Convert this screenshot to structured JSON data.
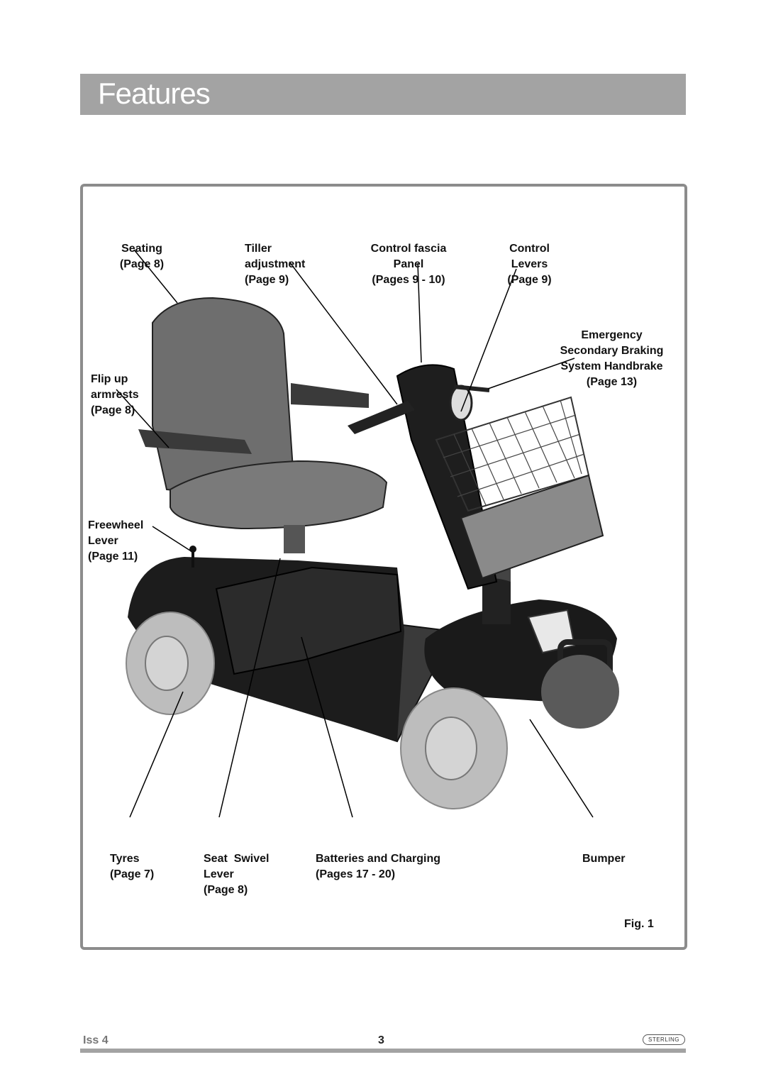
{
  "header": {
    "title": "Features"
  },
  "callouts": {
    "seating": [
      "Seating",
      "(Page 8)"
    ],
    "tiller": [
      "Tiller",
      "adjustment",
      "(Page 9)"
    ],
    "fascia": [
      "Control fascia",
      "Panel",
      "(Pages 9 - 10)"
    ],
    "levers": [
      "Control",
      "Levers",
      "(Page 9)"
    ],
    "handbrake": [
      "Emergency",
      "Secondary Braking",
      "System Handbrake",
      "(Page 13)"
    ],
    "armrests": [
      "Flip up",
      "armrests",
      "(Page 8)"
    ],
    "freewheel": [
      "Freewheel",
      "Lever",
      "(Page 11)"
    ],
    "tyres": [
      "Tyres",
      "(Page 7)"
    ],
    "swivel": [
      "Seat  Swivel",
      "Lever",
      "(Page 8)"
    ],
    "batteries": [
      "Batteries and Charging",
      "(Pages 17 - 20)"
    ],
    "bumper": [
      "Bumper"
    ]
  },
  "figure_caption": "Fig. 1",
  "footer": {
    "issue": "Iss 4",
    "page_number": "3",
    "logo_text": "STERLING"
  }
}
